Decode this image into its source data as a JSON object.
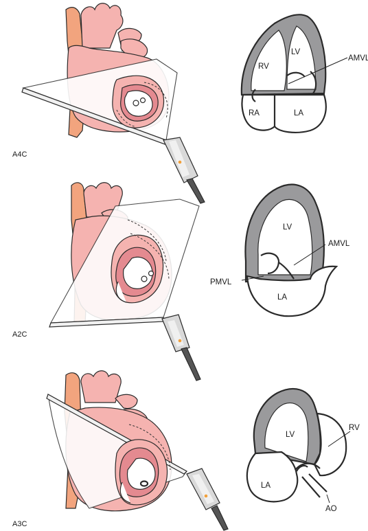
{
  "views": [
    {
      "name": "A4C",
      "labels": {
        "lv": "LV",
        "rv": "RV",
        "ra": "RA",
        "la": "LA",
        "amvl": "AMVL"
      }
    },
    {
      "name": "A2C",
      "labels": {
        "lv": "LV",
        "la": "LA",
        "amvl": "AMVL",
        "pmvl": "PMVL"
      }
    },
    {
      "name": "A3C",
      "labels": {
        "lv": "LV",
        "la": "LA",
        "rv": "RV",
        "ao": "AO"
      }
    }
  ],
  "colors": {
    "heart": "#f5b3b0",
    "heart_dark": "#e48a90",
    "aorta_band": "#f2a47e",
    "myocardium": "#9a9a9c",
    "plane": "#ffffff"
  }
}
